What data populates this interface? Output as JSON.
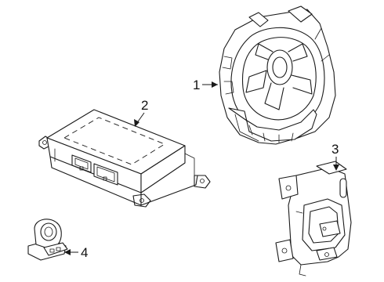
{
  "diagram": {
    "callouts": [
      {
        "id": "1",
        "label": "1"
      },
      {
        "id": "2",
        "label": "2"
      },
      {
        "id": "3",
        "label": "3"
      },
      {
        "id": "4",
        "label": "4"
      }
    ]
  },
  "colors": {
    "line": "#1a1a1a",
    "background": "#ffffff"
  }
}
